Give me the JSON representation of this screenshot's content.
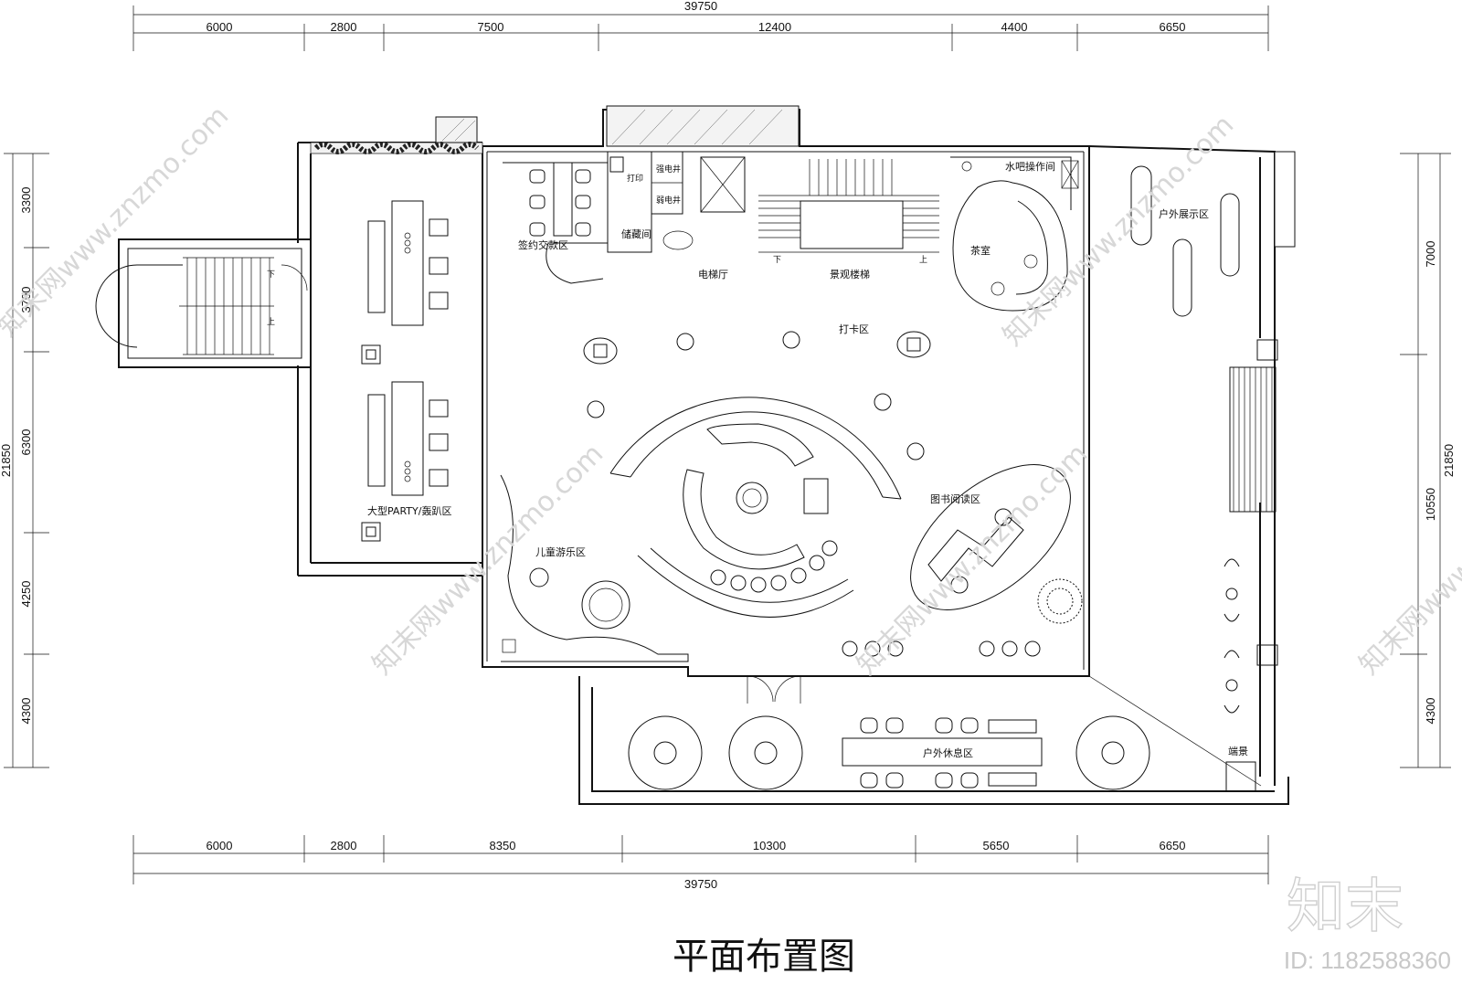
{
  "title": "平面布置图",
  "dimensions": {
    "top_total": "39750",
    "top": [
      "6000",
      "2800",
      "7500",
      "12400",
      "4400",
      "6650"
    ],
    "bottom": [
      "6000",
      "2800",
      "8350",
      "10300",
      "5650",
      "6650"
    ],
    "bottom_total": "39750",
    "left": [
      "3300",
      "3700",
      "6300",
      "4250",
      "4300"
    ],
    "left_total": "21850",
    "right": [
      "7000",
      "10550",
      "4300"
    ],
    "right_total": "21850"
  },
  "rooms": {
    "party": "大型PARTY/轰趴区",
    "signing": "签约交款区",
    "storage": "储藏间",
    "elevator_hall": "电梯厅",
    "landscape_stair": "景观楼梯",
    "water_bar": "水吧操作间",
    "tea_room": "茶室",
    "outdoor_exhibit": "户外展示区",
    "checkin": "打卡区",
    "library": "图书阅读区",
    "kids": "儿童游乐区",
    "outdoor_rest": "户外休息区",
    "end_scene": "端景"
  },
  "labels": {
    "strong_well": "强电井",
    "weak_well": "弱电井",
    "print": "打印",
    "down": "下",
    "up": "上"
  },
  "watermarks": {
    "site": "知末网www.znzmo.com",
    "brand": "知末",
    "id": "ID: 1182588360"
  }
}
